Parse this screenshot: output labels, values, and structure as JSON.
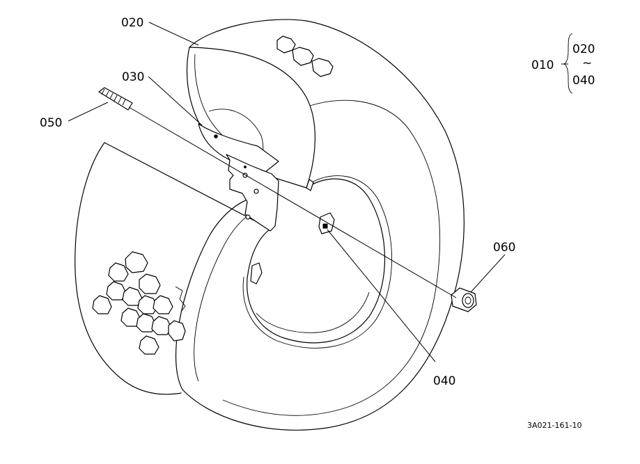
{
  "diagram": {
    "callouts": {
      "tire": "020",
      "tube": "030",
      "valve_insert": "040",
      "stud_bolt": "050",
      "nut": "060"
    },
    "assembly": {
      "label": "010",
      "range_start": "020",
      "range_sep": "~",
      "range_end": "040"
    },
    "drawing_code": "3A021-161-10"
  },
  "colors": {
    "line": "#000000",
    "background": "#ffffff"
  }
}
